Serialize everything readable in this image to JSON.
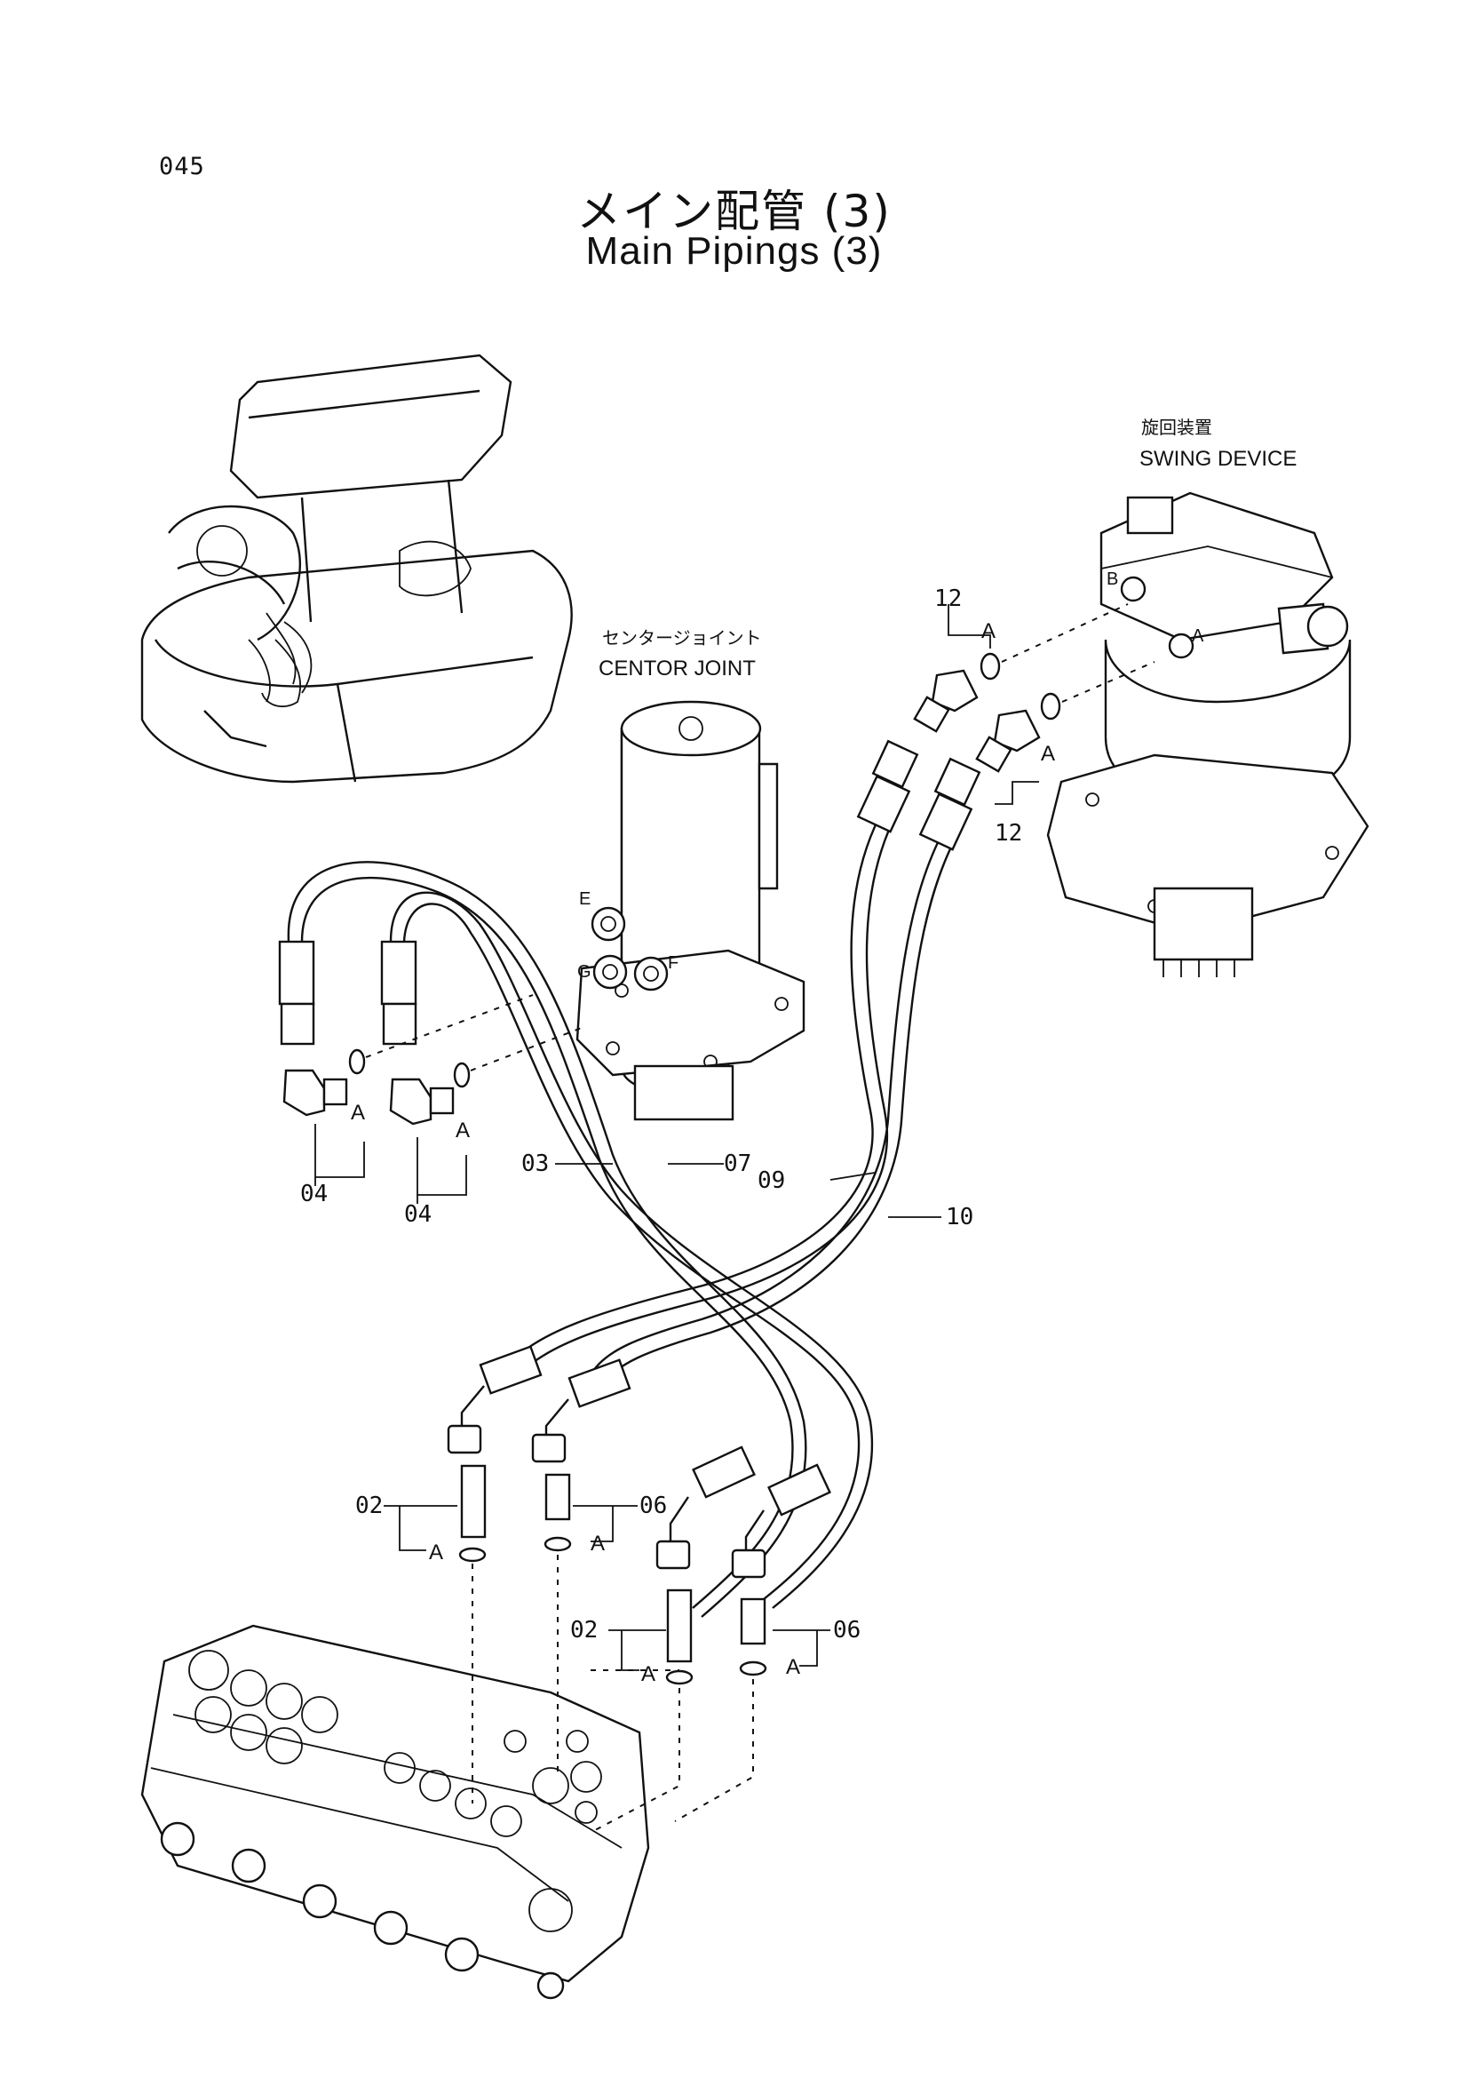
{
  "page_number": "045",
  "title_jp": "メイン配管 (3)",
  "title_en": "Main Pipings (3)",
  "components": {
    "swing_device_jp": "旋回装置",
    "swing_device_en": "SWING DEVICE",
    "center_joint_jp": "センタージョイント",
    "center_joint_en": "CENTOR JOINT"
  },
  "port_labels": {
    "B": "B",
    "A": "A",
    "E": "E",
    "F": "F",
    "G": "G"
  },
  "callouts": {
    "p02a": "02",
    "p02b": "02",
    "p03": "03",
    "p04a": "04",
    "p04b": "04",
    "p06a": "06",
    "p06b": "06",
    "p07": "07",
    "p09": "09",
    "p10": "10",
    "p12a": "12",
    "p12b": "12"
  },
  "oring_marks": {
    "a1": "A",
    "a2": "A",
    "a3": "A",
    "a4": "A",
    "a5": "A",
    "a6": "A",
    "a7": "A",
    "a8": "A"
  }
}
